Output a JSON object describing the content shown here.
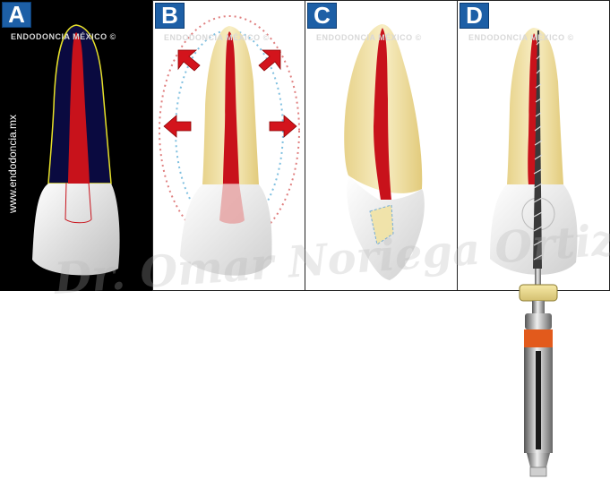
{
  "panels": [
    {
      "label": "A"
    },
    {
      "label": "B"
    },
    {
      "label": "C"
    },
    {
      "label": "D"
    }
  ],
  "watermark_small": "ENDODONCIA MÉXICO ©",
  "side_url": "www.endodoncia.mx",
  "big_watermark": "Dr. Omar Noriega Ortiz",
  "colors": {
    "badge": "#1d5fa6",
    "tooth": "#f1e3a4",
    "pulp": "#c8121b",
    "arrow": "#d3141c",
    "outline": "#e6e02a",
    "crown_panel_bg": "#0a0a30"
  }
}
